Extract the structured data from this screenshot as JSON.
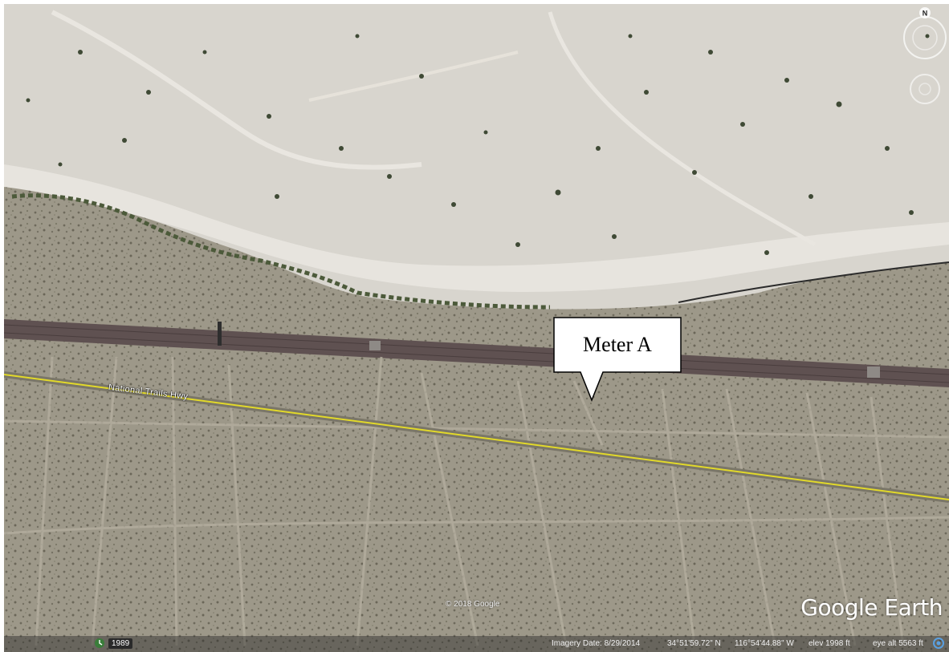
{
  "map": {
    "callout_label": "Meter A",
    "road_label": "National Trails Hwy",
    "copyright": "© 2018 Google",
    "brand": "Google Earth",
    "compass_label": "N"
  },
  "status_bar": {
    "historical_year": "1989",
    "imagery_date": "Imagery Date: 8/29/2014",
    "latitude": "34°51'59.72\" N",
    "longitude": "116°54'44.88\" W",
    "elevation": "elev  1998 ft",
    "eye_altitude": "eye alt  5563 ft"
  },
  "colors": {
    "riverbed": "#d9d6cf",
    "desert_floor": "#9c9788",
    "railway": "#5e5050",
    "highway_line": "#e2d92a"
  }
}
